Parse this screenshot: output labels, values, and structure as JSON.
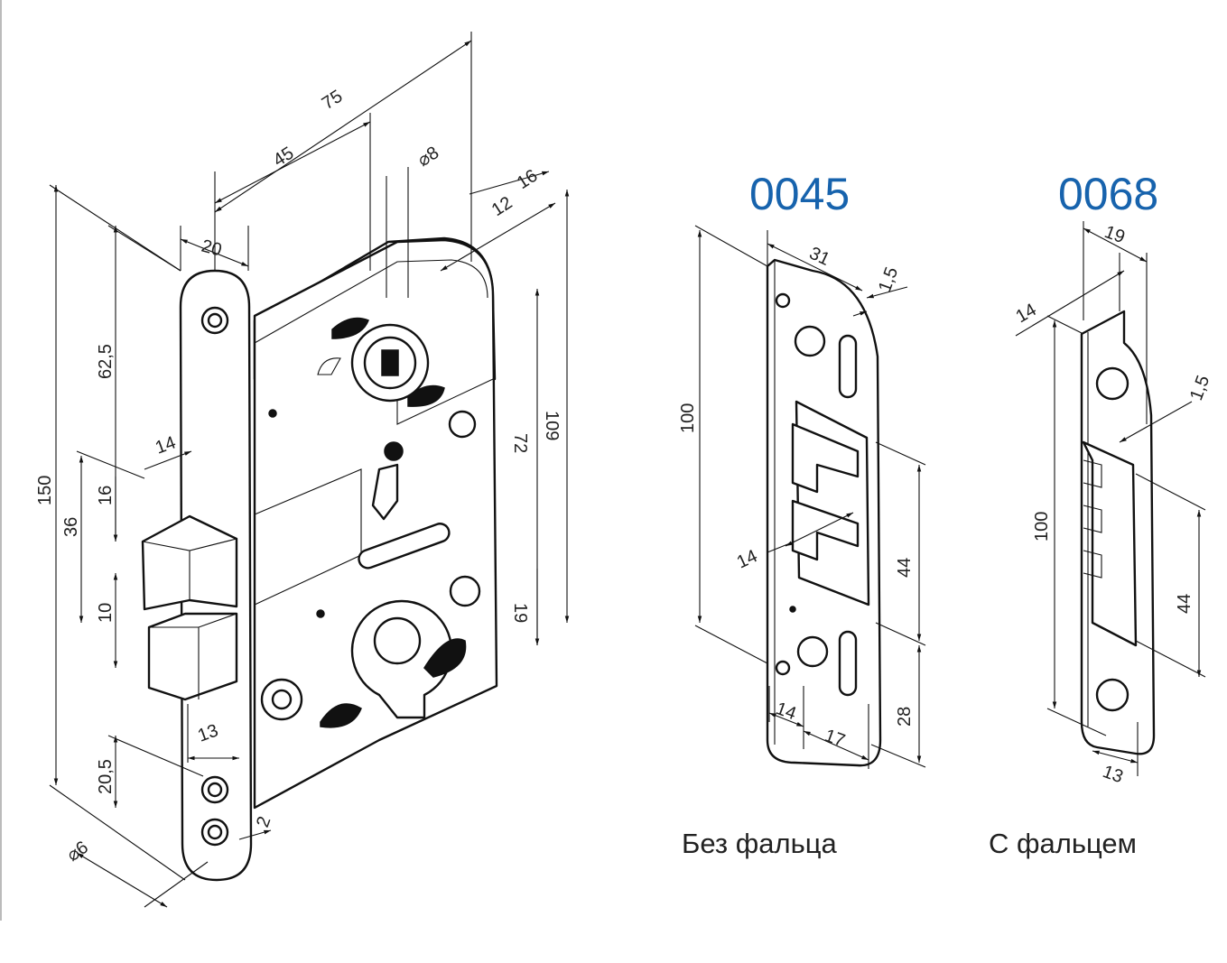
{
  "lock": {
    "dims": {
      "width_75": "75",
      "backset_45": "45",
      "dia_8": "⌀8",
      "d_16_top": "16",
      "d_12": "12",
      "faceplate_20": "20",
      "d_62_5": "62,5",
      "height_150": "150",
      "latch_14": "14",
      "d_16_left": "16",
      "d_36": "36",
      "d_10": "10",
      "d_72": "72",
      "d_109": "109",
      "d_19": "19",
      "d_13": "13",
      "d_20_5": "20,5",
      "d_2": "2",
      "dia_6": "⌀6"
    }
  },
  "strike_0045": {
    "model": "0045",
    "caption": "Без фальца",
    "dims": {
      "w_31": "31",
      "t_1_5": "1,5",
      "h_100": "100",
      "d_14": "14",
      "d_44": "44",
      "d_28": "28",
      "b_14": "14",
      "b_17": "17"
    }
  },
  "strike_0068": {
    "model": "0068",
    "caption": "С фальцем",
    "dims": {
      "w_19": "19",
      "d_14": "14",
      "t_1_5": "1,5",
      "h_100": "100",
      "d_44": "44",
      "b_13": "13"
    }
  },
  "colors": {
    "title": "#1763ad",
    "line": "#111111"
  }
}
